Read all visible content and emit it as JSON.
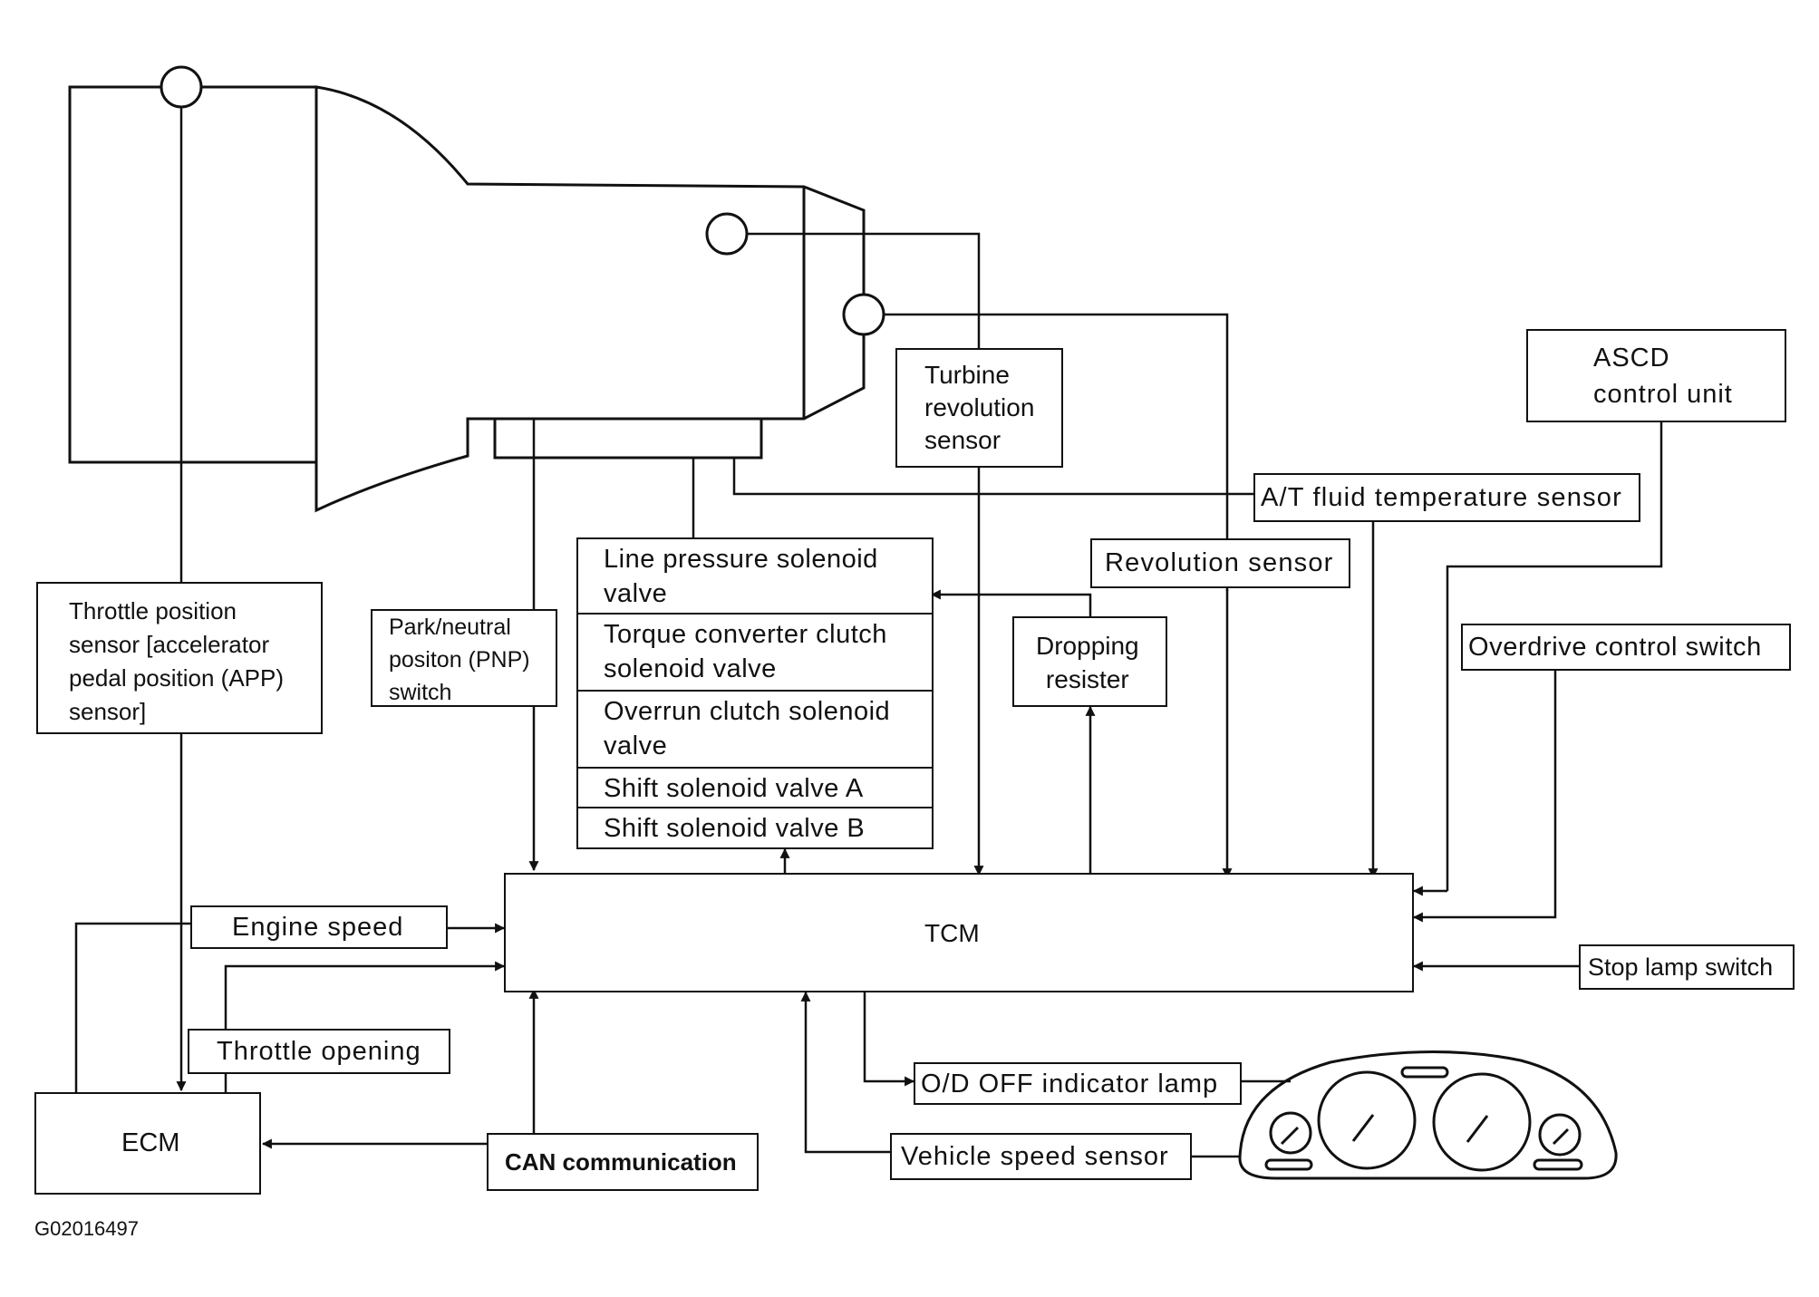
{
  "components": {
    "throttle_position_sensor": "Throttle position\nsensor [accelerator\npedal position (APP)\nsensor]",
    "pnp_switch": "Park/neutral\npositon (PNP)\nswitch",
    "solenoids": [
      "Line pressure solenoid\nvalve",
      "Torque converter clutch\nsolenoid valve",
      "Overrun clutch solenoid\nvalve",
      "Shift solenoid valve A",
      "Shift solenoid valve B"
    ],
    "turbine_revolution_sensor": "Turbine\nrevolution\nsensor",
    "ascd_control_unit": "ASCD\ncontrol unit",
    "at_fluid_temperature_sensor": "A/T fluid temperature sensor",
    "revolution_sensor": "Revolution sensor",
    "dropping_resister": "Dropping\nresister",
    "overdrive_control_switch": "Overdrive control switch",
    "tcm": "TCM",
    "stop_lamp_switch": "Stop lamp switch",
    "engine_speed": "Engine speed",
    "throttle_opening": "Throttle opening",
    "ecm": "ECM",
    "can_communication": "CAN communication",
    "od_off_indicator_lamp": "O/D OFF indicator lamp",
    "vehicle_speed_sensor": "Vehicle speed sensor"
  },
  "figure_id": "G02016497",
  "colors": {
    "line": "#111111",
    "background": "#ffffff"
  }
}
